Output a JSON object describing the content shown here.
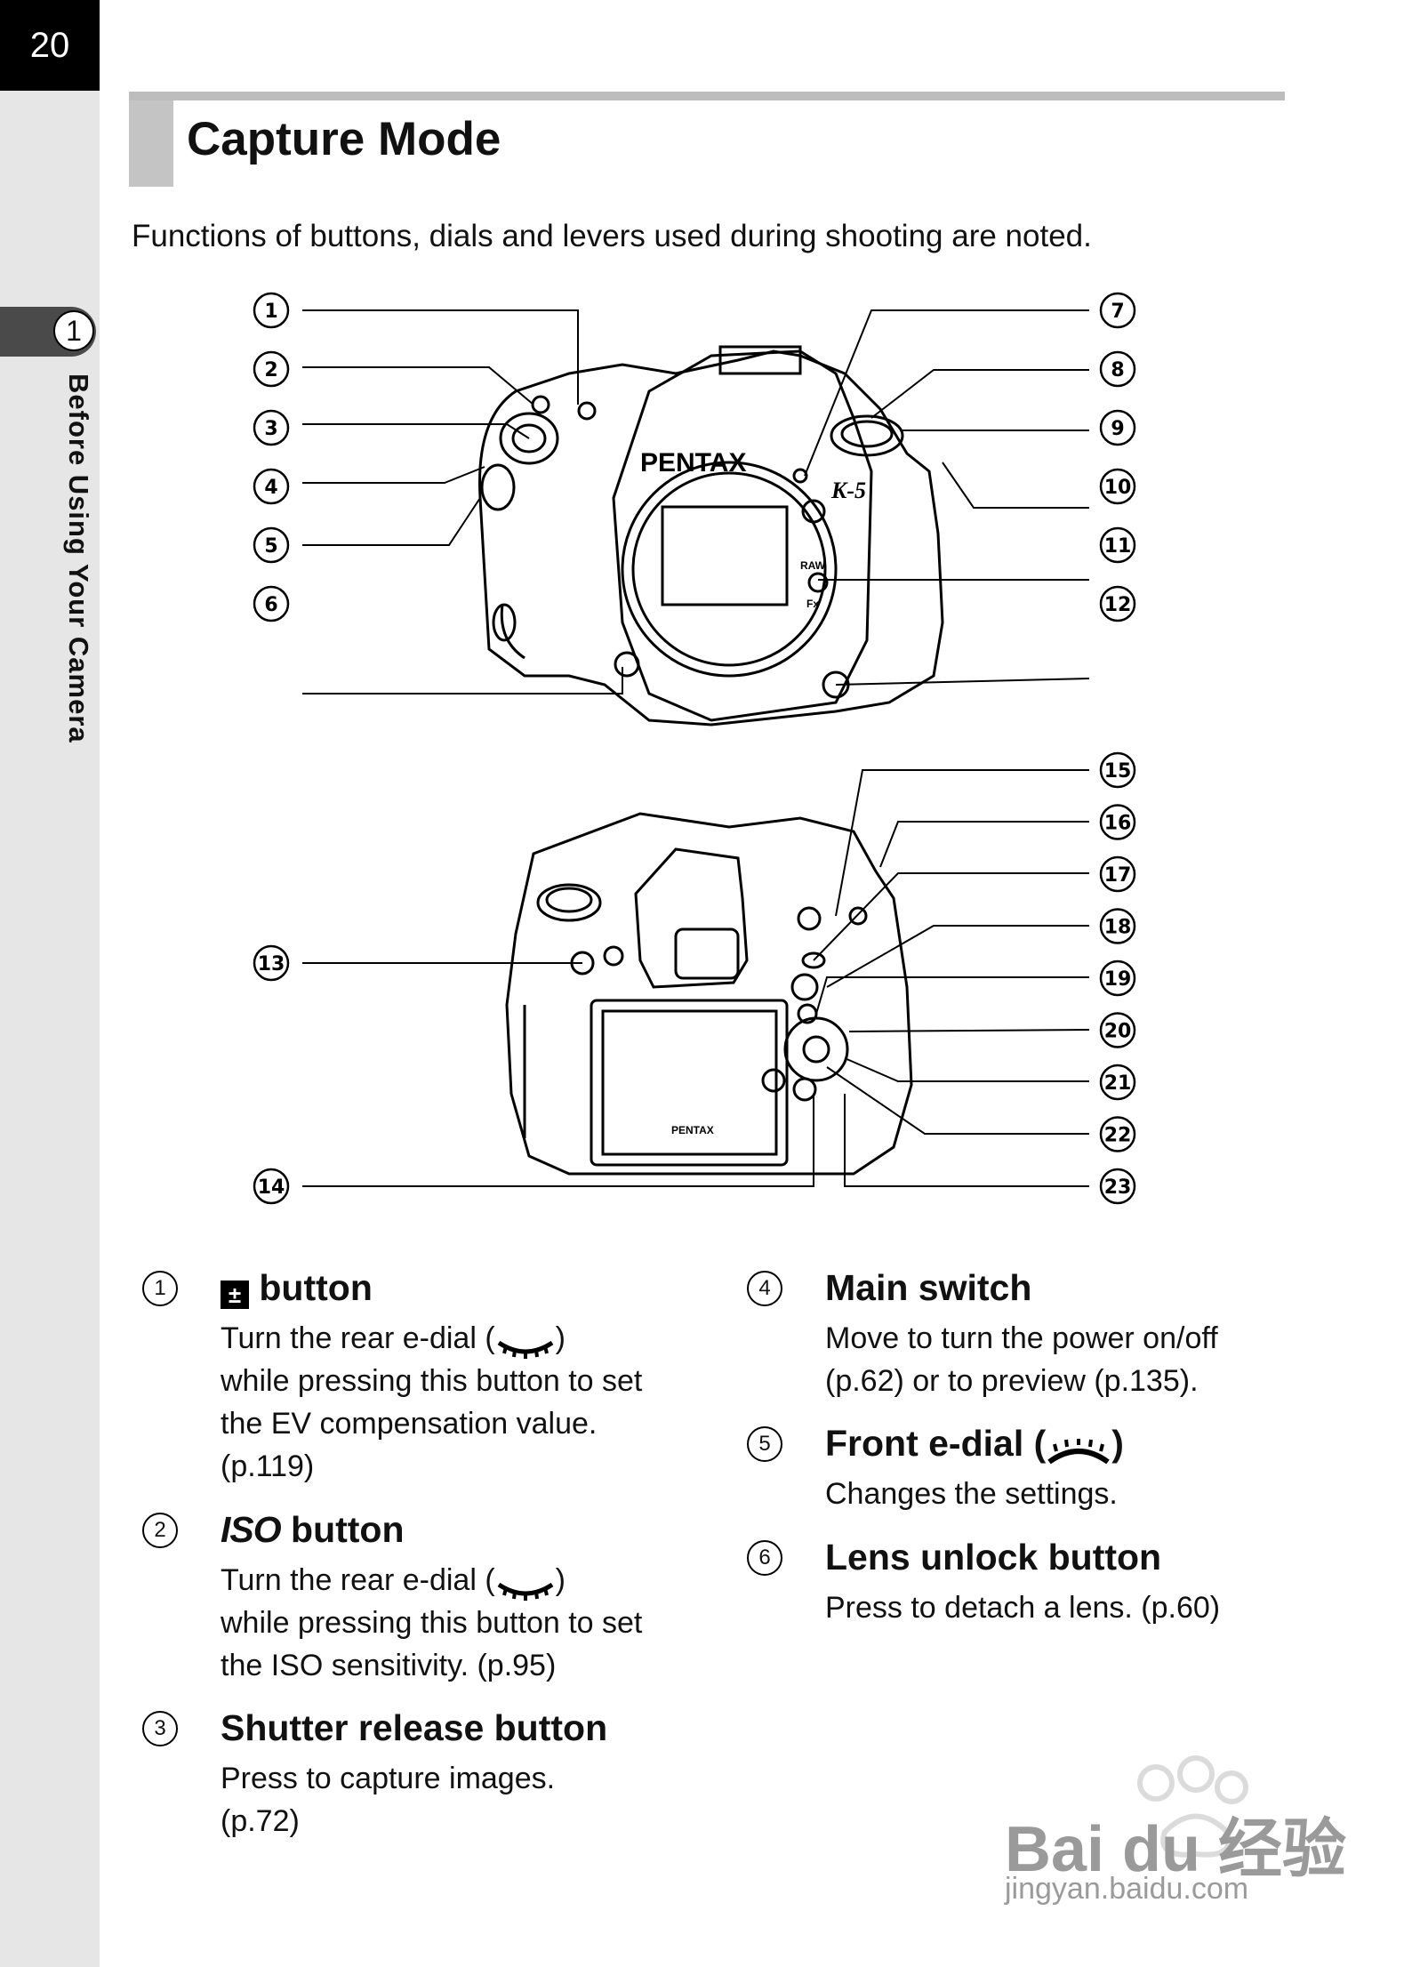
{
  "page": {
    "number": "20"
  },
  "chapter": {
    "number": "1",
    "title": "Before Using Your Camera"
  },
  "header": {
    "title": "Capture Mode"
  },
  "intro": "Functions of buttons, dials and levers used during shooting are noted.",
  "callouts_front": {
    "left": [
      "1",
      "2",
      "3",
      "4",
      "5",
      "6"
    ],
    "right": [
      "7",
      "8",
      "9",
      "10",
      "11",
      "12"
    ]
  },
  "callouts_back": {
    "left": [
      "13",
      "14"
    ],
    "right": [
      "15",
      "16",
      "17",
      "18",
      "19",
      "20",
      "21",
      "22",
      "23"
    ]
  },
  "camera_labels": {
    "brand": "PENTAX",
    "model": "K-5",
    "raw": "RAW",
    "fx": "Fx"
  },
  "items": [
    {
      "num": "1",
      "icon": "ev-compensation-icon",
      "glyph": "±",
      "label": " button",
      "desc": [
        "Turn the rear e-dial (",
        ")",
        "while pressing this button to set the EV compensation value. (p.119)"
      ]
    },
    {
      "num": "2",
      "icon": "iso-icon",
      "glyph": "ISO",
      "label": " button",
      "desc": [
        "Turn the rear e-dial (",
        ")",
        "while pressing this button to set the ISO sensitivity. (p.95)"
      ]
    },
    {
      "num": "3",
      "label": "Shutter release button",
      "desc": "Press to capture images. (p.72)"
    },
    {
      "num": "4",
      "label": "Main switch",
      "desc": "Move to turn the power on/off (p.62) or to preview (p.135)."
    },
    {
      "num": "5",
      "icon": "front-e-dial-icon",
      "label": "Front e-dial (",
      "label_end": ")",
      "desc": "Changes the settings."
    },
    {
      "num": "6",
      "label": "Lens unlock button",
      "desc": "Press to detach a lens. (p.60)"
    }
  ],
  "watermark": {
    "text": "Bai du 经验",
    "sub": "jingyan.baidu.com"
  }
}
